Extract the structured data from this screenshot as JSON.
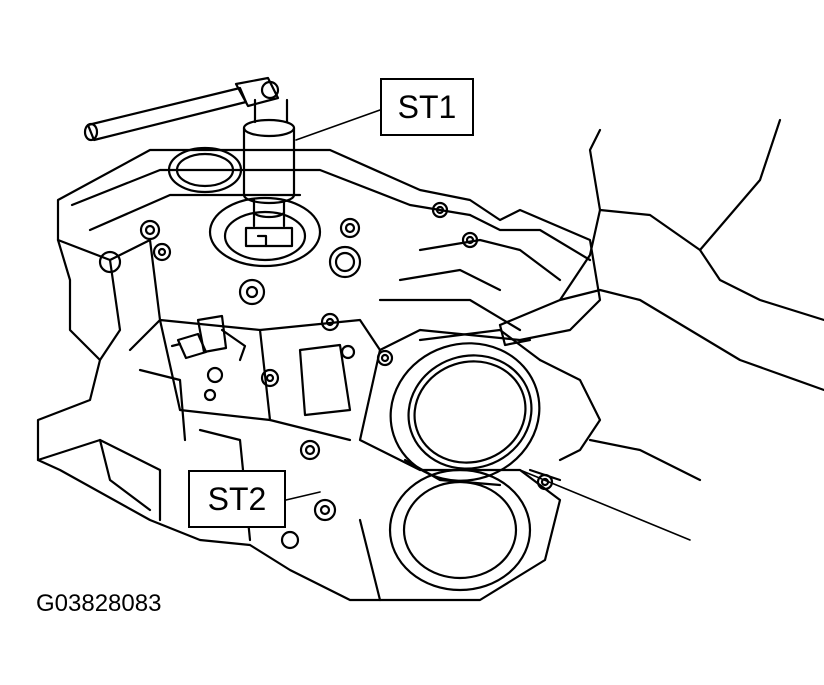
{
  "callouts": {
    "st1": "ST1",
    "st2": "ST2"
  },
  "figure_id": "G03828083",
  "colors": {
    "line": "#000000",
    "background": "#ffffff"
  }
}
